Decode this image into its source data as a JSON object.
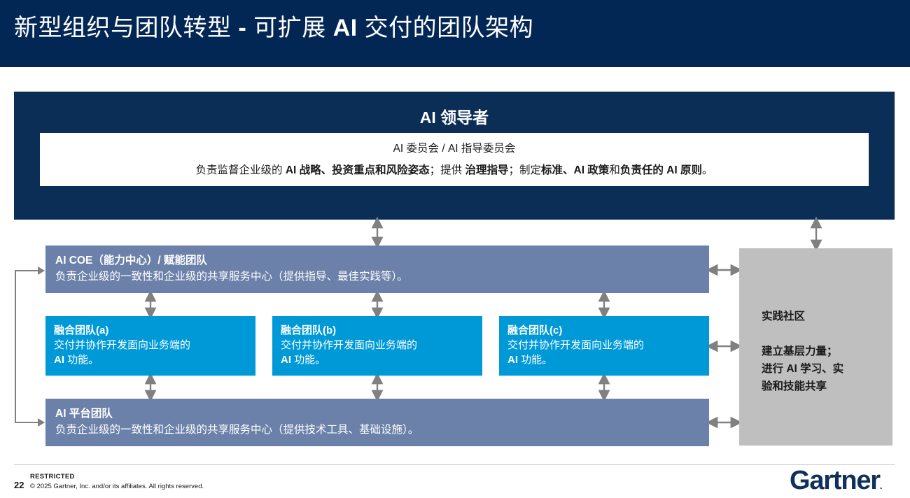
{
  "slide": {
    "title_part1": "新型组织与团队转型",
    "title_dash": "-",
    "title_part2": "可扩展",
    "title_ai": "AI",
    "title_part3": "交付的团队架构"
  },
  "colors": {
    "header_navy": "#032755",
    "panel_navy": "#0b2e57",
    "slate_blue": "#6c81a9",
    "cyan": "#0099d8",
    "gray": "#bfbfbf",
    "connector_gray": "#808080",
    "logo_navy": "#10305c"
  },
  "leaders": {
    "title": "AI 领导者",
    "card_line1": "AI 委员会 / AI 指导委员会",
    "card_line2_seg1": "负责监督企业级的 ",
    "card_line2_seg2": "AI 战略、投资重点和风险姿态",
    "card_line2_seg3": "；提供 ",
    "card_line2_seg4": "治理指导",
    "card_line2_seg5": "；制定",
    "card_line2_seg6": "标准、AI 政策",
    "card_line2_seg7": "和",
    "card_line2_seg8": "负责任的 AI 原则",
    "card_line2_seg9": "。"
  },
  "coe": {
    "title": "AI COE（能力中心）/ 赋能团队",
    "desc": "负责企业级的一致性和企业级的共享服务中心（提供指导、最佳实践等）。"
  },
  "platform": {
    "title": "AI 平台团队",
    "desc": "负责企业级的一致性和企业级的共享服务中心（提供技术工具、基础设施）。"
  },
  "fusion_teams": [
    {
      "title": "融合团队(a)",
      "desc_line1": "交付并协作开发面向业务端的",
      "desc_line2_bold": "AI",
      "desc_line2_rest": " 功能。"
    },
    {
      "title": "融合团队(b)",
      "desc_line1": "交付并协作开发面向业务端的",
      "desc_line2_bold": "AI",
      "desc_line2_rest": " 功能。"
    },
    {
      "title": "融合团队(c)",
      "desc_line1": "交付并协作开发面向业务端的",
      "desc_line2_bold": "AI",
      "desc_line2_rest": " 功能。"
    }
  ],
  "community_of_practice": {
    "title": "实践社区",
    "desc_line1": "建立基层力量；",
    "desc_line2_pre": "进行 ",
    "desc_line2_bold": "AI",
    "desc_line2_post": " 学习、实",
    "desc_line3": "验和技能共享"
  },
  "footer": {
    "page_number": "22",
    "restricted": "RESTRICTED",
    "copyright": "© 2025 Gartner, Inc. and/or its affiliates. All rights reserved.",
    "logo_text": "Gartner",
    "logo_reg": "."
  }
}
